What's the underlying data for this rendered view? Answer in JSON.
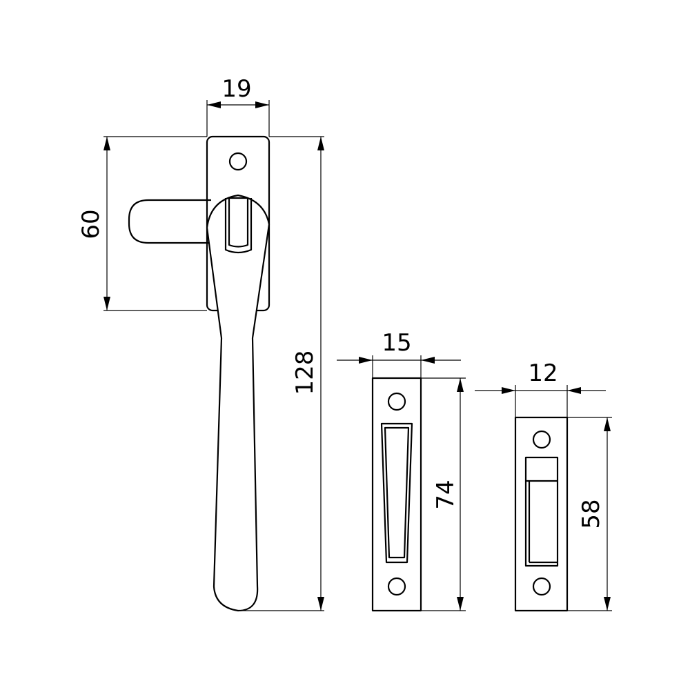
{
  "dimensions": {
    "handle_plate_width": "19",
    "handle_plate_height": "60",
    "handle_total_length": "128",
    "keep1_width": "15",
    "keep1_height": "74",
    "keep2_width": "12",
    "keep2_height": "58"
  },
  "colors": {
    "line": "#000000",
    "background": "#ffffff"
  }
}
